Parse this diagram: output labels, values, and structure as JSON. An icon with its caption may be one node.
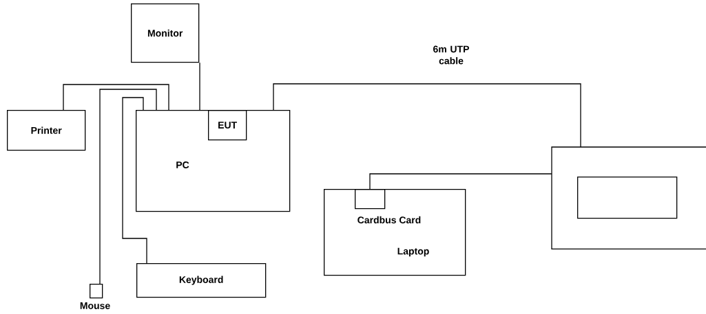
{
  "diagram": {
    "nodes": [
      {
        "text": [
          "Monitor"
        ]
      },
      {
        "text": [
          "Printer"
        ]
      },
      {
        "text": [
          "PC"
        ]
      },
      {
        "text": [
          "EUT"
        ],
        "in": 2
      },
      {
        "text": [
          "Laptop"
        ]
      },
      {
        "text": [],
        "shape": "box",
        "in": 4,
        "beside": [
          "Cardbus Card"
        ]
      },
      {
        "text": [],
        "shape": "box"
      },
      {
        "text": [],
        "shape": "box",
        "in": 6
      },
      {
        "text": [
          "Keyboard"
        ]
      },
      {
        "text": [],
        "shape": "box",
        "beside": [
          "Mouse"
        ]
      }
    ],
    "edges": [
      {
        "from": 0,
        "to": 2,
        "arrow": "none"
      },
      {
        "from": 1,
        "to": 2,
        "arrow": "none"
      },
      {
        "from": 9,
        "to": 2,
        "arrow": "none"
      },
      {
        "from": 8,
        "to": 2,
        "arrow": "none"
      },
      {
        "from": 2,
        "to": 6,
        "arrow": "none",
        "label": "6m UTP cable"
      },
      {
        "from": 5,
        "to": 6,
        "arrow": "none"
      }
    ]
  }
}
